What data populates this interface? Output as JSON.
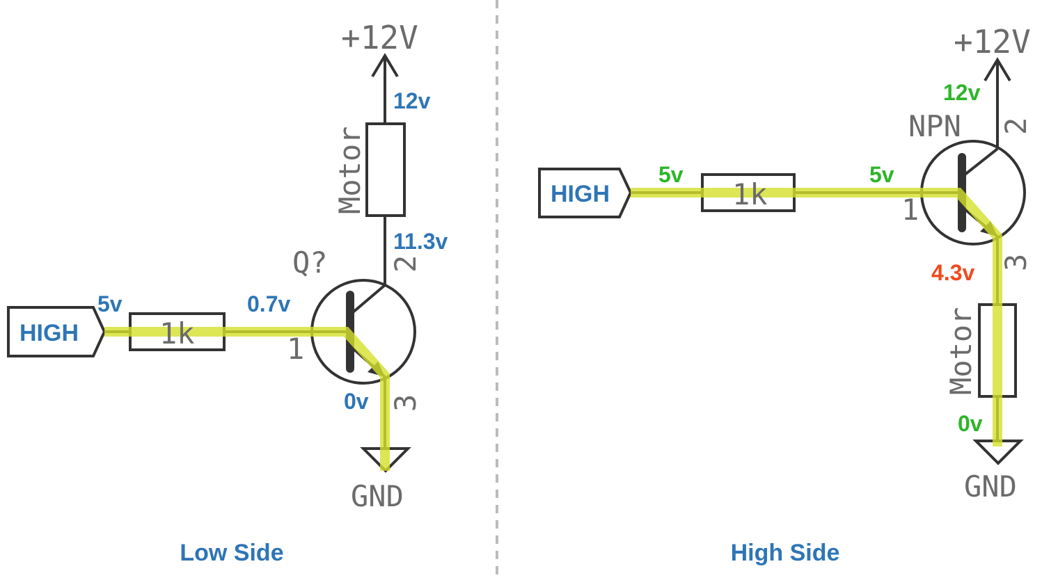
{
  "colors": {
    "label_blue": "#2e75b6",
    "label_green": "#2db52a",
    "label_red": "#f04a1d",
    "highlight": "#d4e02a",
    "schematic": "#333333",
    "divider": "#bbbbbb"
  },
  "low_side": {
    "title": "Low Side",
    "input_label": "HIGH",
    "resistor_value": "1k",
    "supply_label": "+12V",
    "ground_label": "GND",
    "load_label": "Motor",
    "transistor_ref": "Q?",
    "pin_base": "1",
    "pin_collector": "2",
    "pin_emitter": "3",
    "v_input": "5v",
    "v_base": "0.7v",
    "v_supply": "12v",
    "v_collector": "11.3v",
    "v_emitter": "0v"
  },
  "high_side": {
    "title": "High Side",
    "input_label": "HIGH",
    "resistor_value": "1k",
    "supply_label": "+12V",
    "ground_label": "GND",
    "load_label": "Motor",
    "transistor_ref": "NPN",
    "pin_base": "1",
    "pin_collector": "2",
    "pin_emitter": "3",
    "v_input": "5v",
    "v_base": "5v",
    "v_supply": "12v",
    "v_emitter": "4.3v",
    "v_ground": "0v"
  }
}
